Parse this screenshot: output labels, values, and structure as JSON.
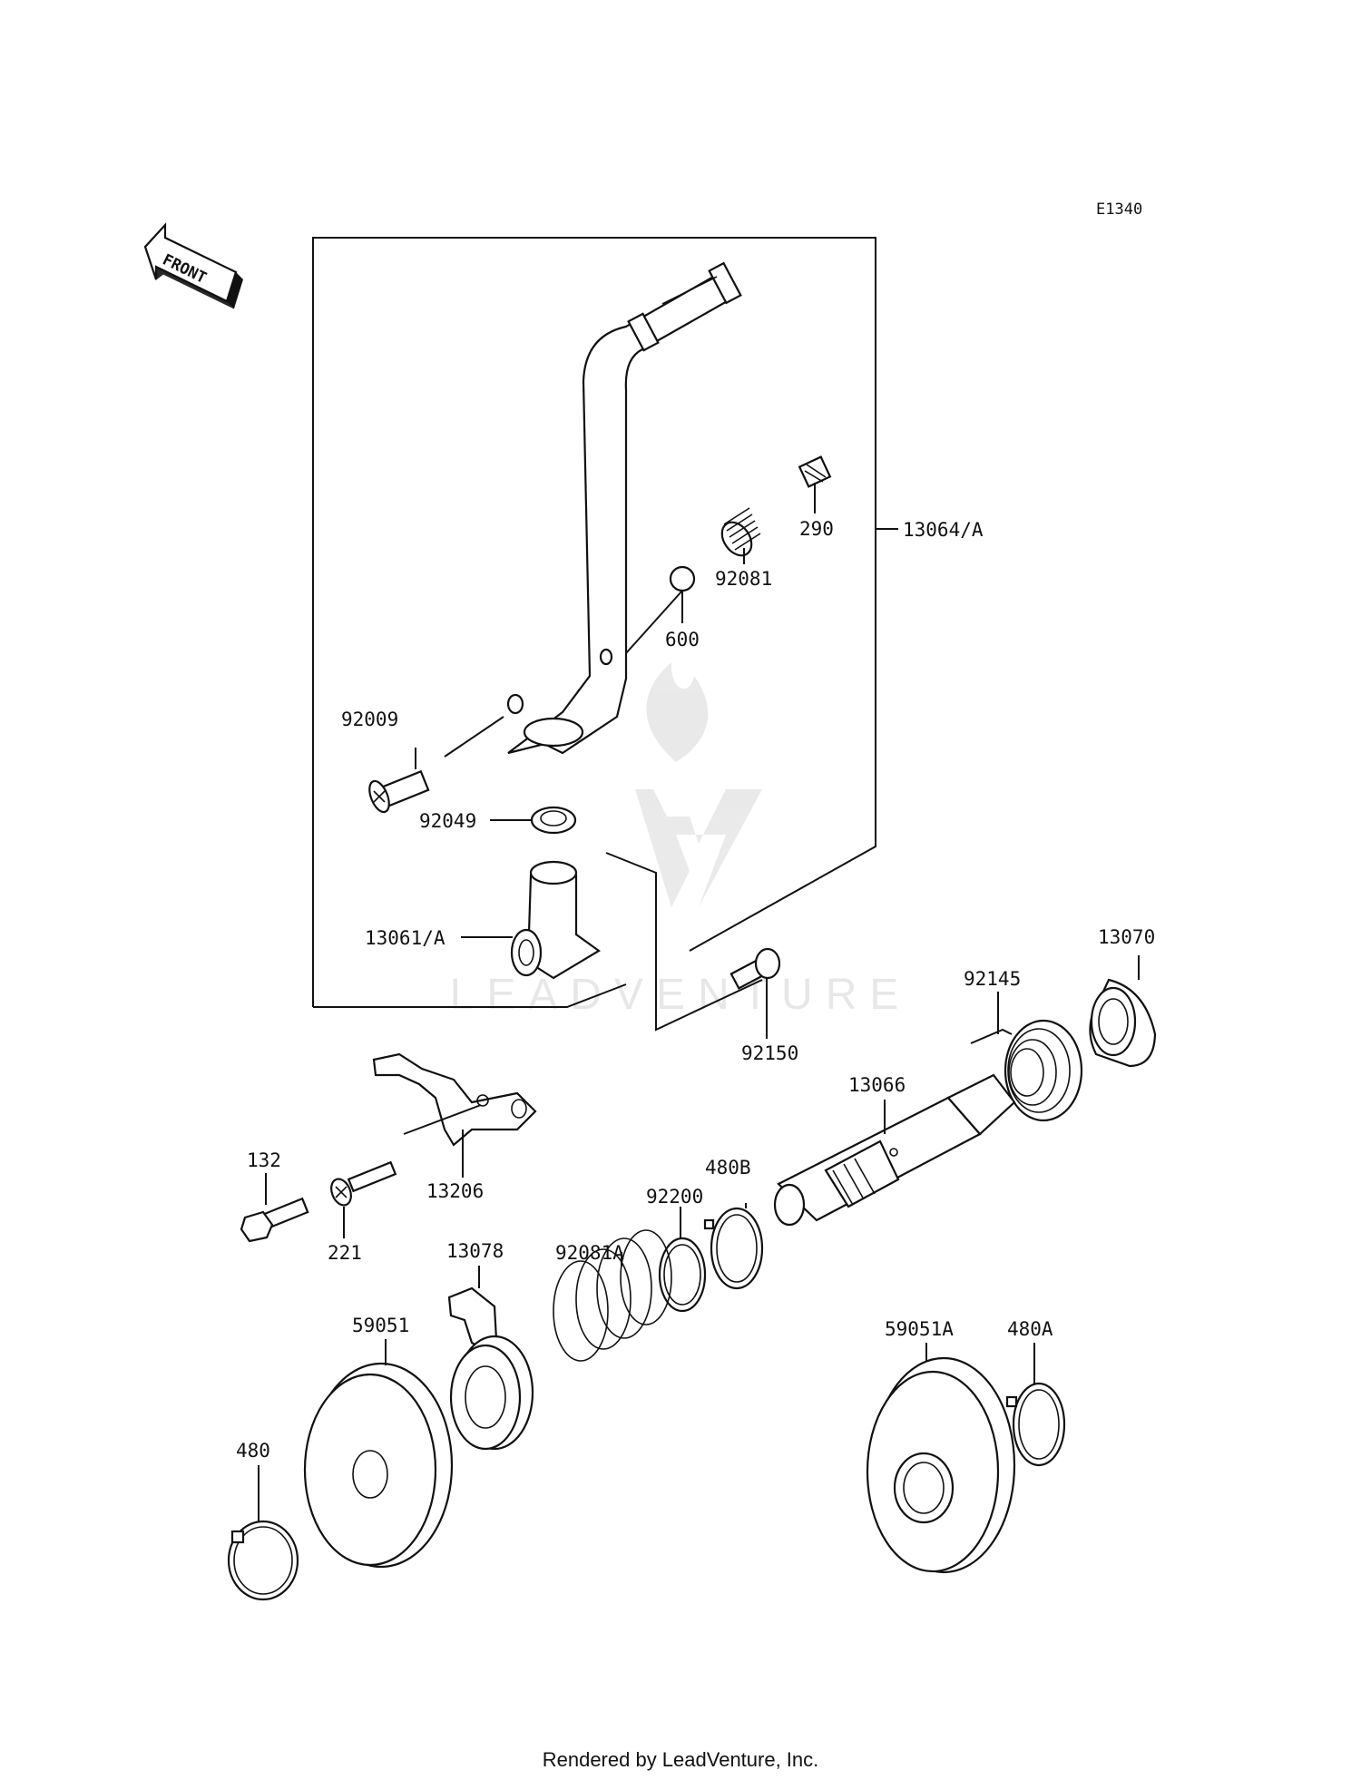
{
  "diagram": {
    "code": "E1340",
    "front_arrow_label": "FRONT",
    "watermark_text": "LEADVENTURE",
    "footer": "Rendered by LeadVenture, Inc."
  },
  "parts": {
    "p13064A": "13064/A",
    "p290": "290",
    "p92081": "92081",
    "p600": "600",
    "p92009": "92009",
    "p92049": "92049",
    "p13061A": "13061/A",
    "p92150": "92150",
    "p13070": "13070",
    "p92145": "92145",
    "p13066": "13066",
    "p132": "132",
    "p13206": "13206",
    "p221": "221",
    "p480B": "480B",
    "p92200": "92200",
    "p92081A": "92081A",
    "p13078": "13078",
    "p59051": "59051",
    "p59051A": "59051A",
    "p480A": "480A",
    "p480": "480"
  },
  "icons": {
    "front_arrow": "front-arrow-icon",
    "watermark": "leadventure-logo-icon"
  }
}
